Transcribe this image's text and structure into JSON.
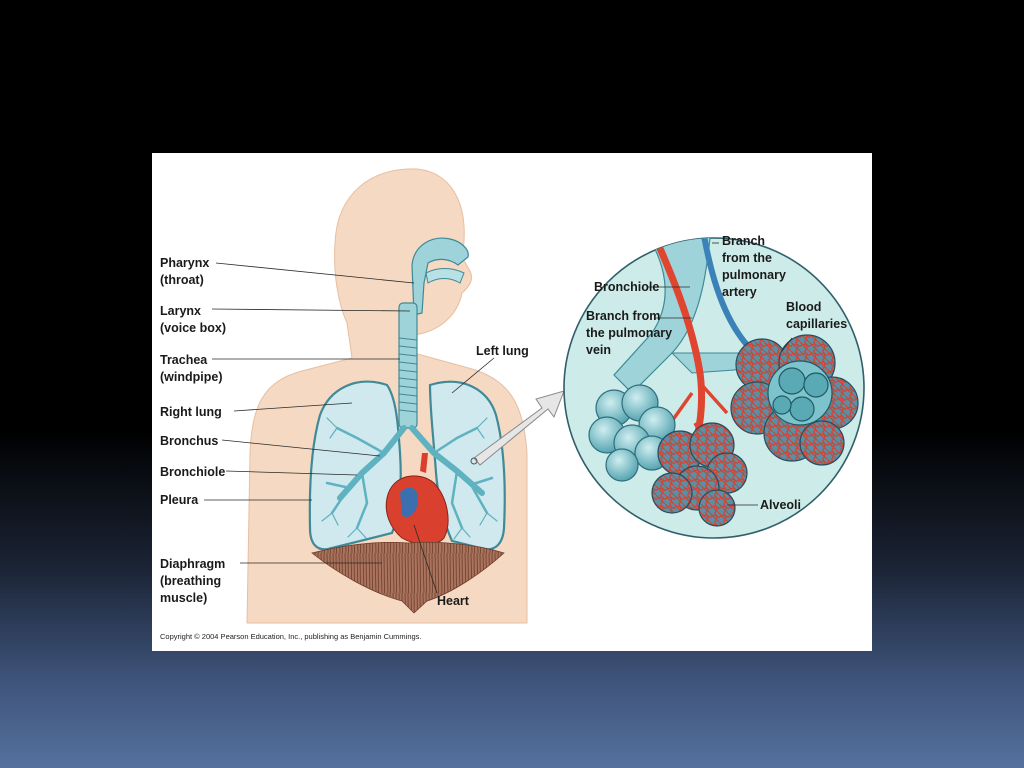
{
  "figure": {
    "labels": {
      "pharynx": [
        "Pharynx",
        "(throat)"
      ],
      "larynx": [
        "Larynx",
        "(voice box)"
      ],
      "trachea": [
        "Trachea",
        "(windpipe)"
      ],
      "right_lung": [
        "Right lung"
      ],
      "bronchus": [
        "Bronchus"
      ],
      "bronchiole": [
        "Bronchiole"
      ],
      "pleura": [
        "Pleura"
      ],
      "diaphragm": [
        "Diaphragm",
        "(breathing",
        "muscle)"
      ],
      "heart": [
        "Heart"
      ],
      "left_lung": [
        "Left lung"
      ],
      "detail_bronchiole": [
        "Bronchiole"
      ],
      "branch_artery": [
        "Branch",
        "from the",
        "pulmonary",
        "artery"
      ],
      "branch_vein": [
        "Branch from",
        "the pulmonary",
        "vein"
      ],
      "blood_capillaries": [
        "Blood",
        "capillaries"
      ],
      "alveoli": [
        "Alveoli"
      ]
    },
    "copyright": "Copyright © 2004 Pearson Education, Inc., publishing as Benjamin Cummings.",
    "colors": {
      "skin": "#f5d9c2",
      "airway": "#9fd3da",
      "airway_outline": "#3f8a96",
      "detail_bg": "#cdebe8",
      "artery": "#e0452f",
      "vein": "#3b82b8",
      "heart": "#d9402e",
      "diaphragm": "#8c5a45"
    }
  }
}
